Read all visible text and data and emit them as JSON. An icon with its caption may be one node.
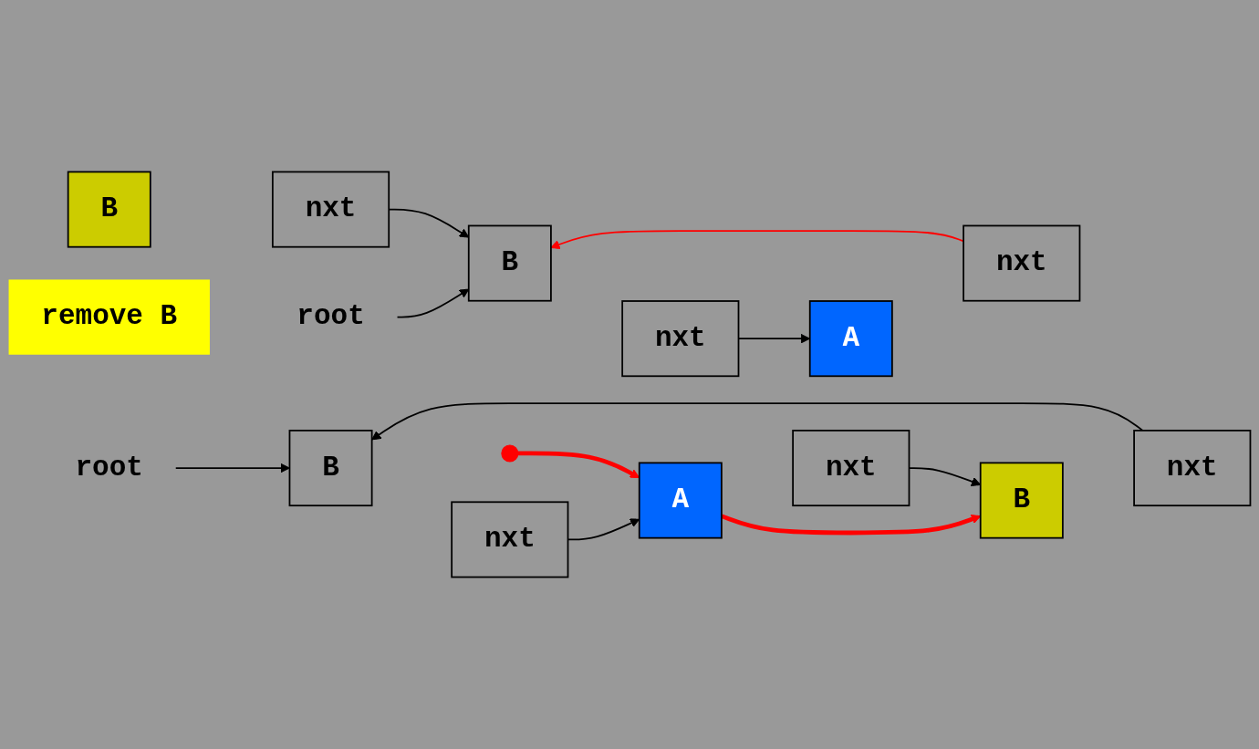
{
  "diagram": {
    "nodes": [
      {
        "text": [
          "root"
        ]
      },
      {
        "text": [
          "B"
        ]
      },
      {
        "text": [
          "nxt"
        ]
      },
      {
        "text": [
          "A"
        ]
      },
      {
        "text": [
          "nxt"
        ]
      },
      {
        "text": [
          "B"
        ]
      },
      {
        "text": [
          "nxt"
        ]
      },
      {
        "text": [
          "remove B"
        ]
      },
      {
        "text": [
          "root"
        ]
      },
      {
        "text": [
          "B"
        ]
      },
      {
        "text": [
          "nxt"
        ]
      },
      {
        "text": [
          "A"
        ]
      },
      {
        "text": [
          "nxt"
        ]
      },
      {
        "text": [
          "B"
        ]
      },
      {
        "text": [
          "nxt"
        ]
      }
    ],
    "edges": [
      {
        "from": 0,
        "to": 1,
        "arrow": "to"
      },
      {
        "from": 2,
        "to": 3,
        "arrow": "to"
      },
      {
        "from": 4,
        "to": 5,
        "arrow": "to"
      },
      {
        "from": 6,
        "to": 1,
        "arrow": "to"
      },
      {
        "from": null,
        "to": 3,
        "arrow": "to",
        "style": "thick",
        "color": "#ff0000"
      },
      {
        "from": 3,
        "to": 5,
        "arrow": "to",
        "style": "thick",
        "color": "#ff0000"
      },
      {
        "from": 8,
        "to": 9,
        "arrow": "to"
      },
      {
        "from": 10,
        "to": 11,
        "arrow": "to"
      },
      {
        "from": 12,
        "to": 9,
        "arrow": "to",
        "color": "#ff0000"
      },
      {
        "from": 14,
        "to": 9,
        "arrow": "to"
      }
    ]
  }
}
